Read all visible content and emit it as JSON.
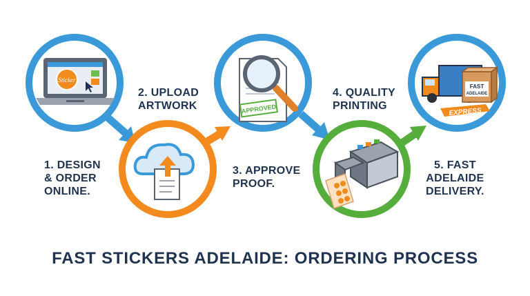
{
  "title": "FAST STICKERS ADELAIDE: ORDERING PROCESS",
  "colors": {
    "blue": "#3a9ad9",
    "orange": "#f28a1e",
    "green": "#55ad3c",
    "navy": "#1f3350"
  },
  "steps": [
    {
      "lines": [
        "1. DESIGN",
        "& ORDER",
        "ONLINE."
      ],
      "icon": "laptop-icon",
      "ring": "blue",
      "screen_badge": "Sticker"
    },
    {
      "lines": [
        "2. UPLOAD",
        "ARTWORK"
      ],
      "icon": "cloud-upload-icon",
      "ring": "orange"
    },
    {
      "lines": [
        "3. APPROVE",
        "PROOF."
      ],
      "icon": "magnifier-document-icon",
      "ring": "blue",
      "stamp": "APPROVED"
    },
    {
      "lines": [
        "4. QUALITY",
        "PRINTING"
      ],
      "icon": "printing-press-icon",
      "ring": "green"
    },
    {
      "lines": [
        "5. FAST",
        "ADELAIDE",
        "DELIVERY."
      ],
      "icon": "delivery-truck-icon",
      "ring": "blue",
      "box_text": [
        "FAST",
        "ADELAIDE"
      ],
      "express": "EXPRESS"
    }
  ]
}
